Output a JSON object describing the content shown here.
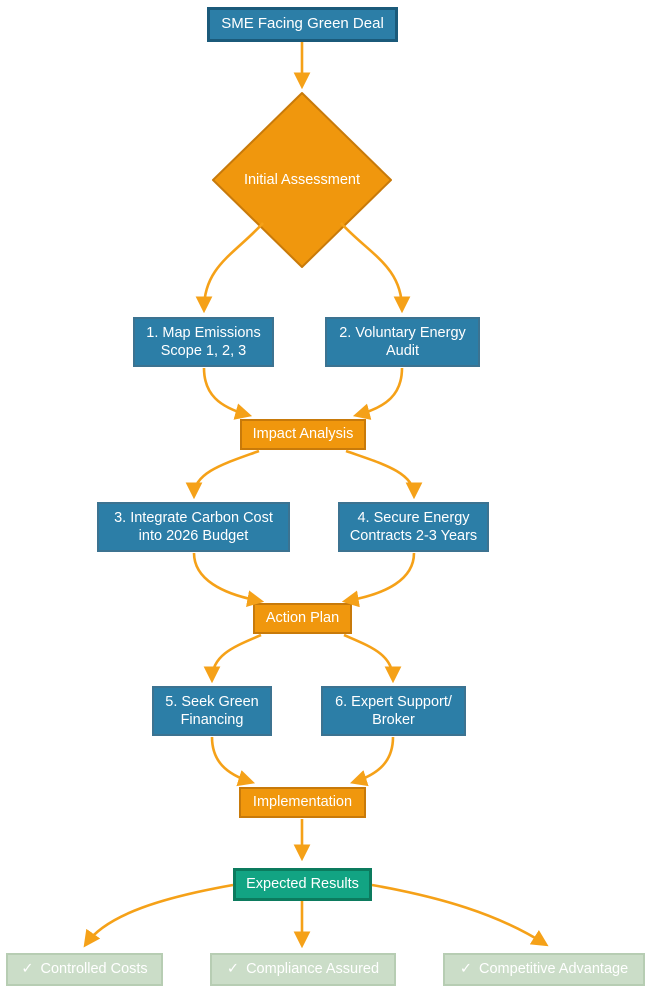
{
  "colors": {
    "node_blue": "#2C7EA7",
    "node_blue_border": "#3C7391",
    "start_border": "#1B5A7A",
    "orange_fill": "#F0970D",
    "orange_border": "#C87A0A",
    "arrow": "#F5A118",
    "green_fill": "#12A483",
    "green_border": "#0C7B5E",
    "result_fill": "#CBDDC8",
    "result_border": "#B7CDB3",
    "text": "#FFFFFF"
  },
  "nodes": {
    "start": {
      "label": "SME Facing Green Deal"
    },
    "initial_assessment": {
      "label": "Initial Assessment"
    },
    "step1": {
      "line1": "1. Map Emissions",
      "line2": "Scope 1, 2, 3"
    },
    "step2": {
      "line1": "2. Voluntary Energy",
      "line2": "Audit"
    },
    "impact_analysis": {
      "label": "Impact Analysis"
    },
    "step3": {
      "line1": "3. Integrate Carbon Cost",
      "line2": "into 2026 Budget"
    },
    "step4": {
      "line1": "4. Secure Energy",
      "line2": "Contracts 2-3 Years"
    },
    "action_plan": {
      "label": "Action Plan"
    },
    "step5": {
      "line1": "5. Seek Green",
      "line2": "Financing"
    },
    "step6": {
      "line1": "6. Expert Support/",
      "line2": "Broker"
    },
    "implementation": {
      "label": "Implementation"
    },
    "expected_results": {
      "label": "Expected Results"
    },
    "result1": {
      "check": "✓",
      "label": "Controlled Costs"
    },
    "result2": {
      "check": "✓",
      "label": "Compliance Assured"
    },
    "result3": {
      "check": "✓",
      "label": "Competitive Advantage"
    }
  }
}
